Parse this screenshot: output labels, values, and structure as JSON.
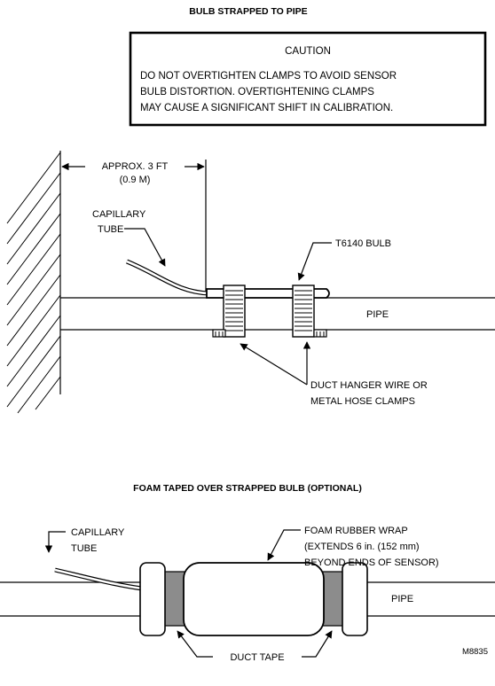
{
  "top_section": {
    "title": "BULB STRAPPED TO PIPE",
    "caution": {
      "heading": "CAUTION",
      "lines": [
        "DO NOT OVERTIGHTEN CLAMPS TO AVOID SENSOR",
        "BULB DISTORTION.   OVERTIGHTENING CLAMPS",
        "MAY CAUSE A SIGNIFICANT SHIFT IN CALIBRATION."
      ]
    },
    "dimension": {
      "line1": "APPROX. 3 FT",
      "line2": "(0.9 M)"
    },
    "capillary_tube": {
      "line1": "CAPILLARY",
      "line2": "TUBE"
    },
    "bulb_label": "T6140 BULB",
    "pipe_label": "PIPE",
    "clamp_label": {
      "line1": "DUCT HANGER WIRE OR",
      "line2": "METAL HOSE CLAMPS"
    }
  },
  "bottom_section": {
    "title": "FOAM TAPED OVER STRAPPED BULB (OPTIONAL)",
    "capillary_tube": {
      "line1": "CAPILLARY",
      "line2": "TUBE"
    },
    "foam_label": {
      "line1": "FOAM RUBBER WRAP",
      "line2": "(EXTENDS 6 in. (152 mm)",
      "line3": "BEYOND ENDS OF SENSOR)"
    },
    "pipe_label": "PIPE",
    "duct_tape_label": "DUCT TAPE"
  },
  "figure_code": "M8835",
  "colors": {
    "line": "#000000",
    "tape_fill": "#8c8c8c",
    "background": "#ffffff"
  }
}
